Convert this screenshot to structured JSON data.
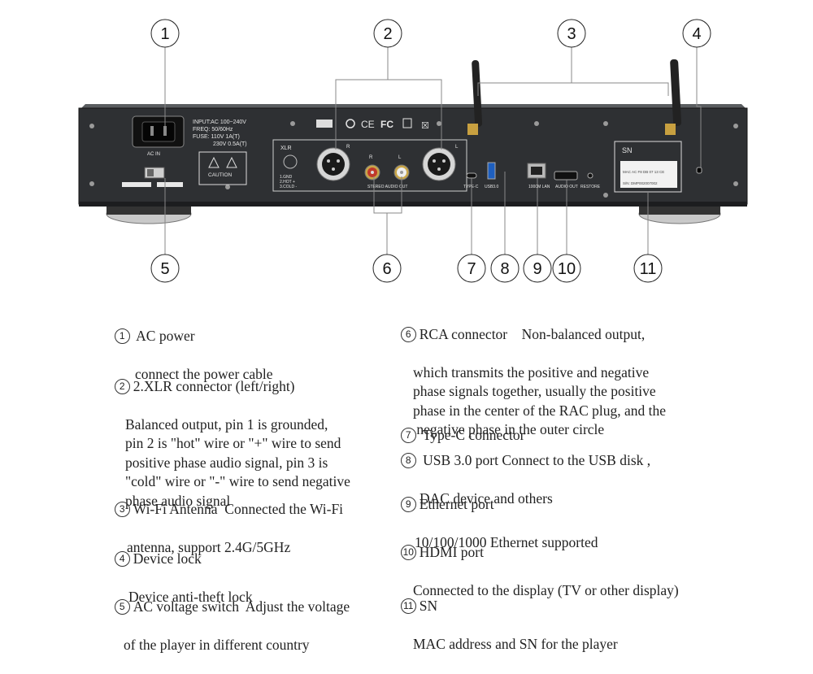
{
  "callouts": [
    "1",
    "2",
    "3",
    "4",
    "5",
    "6",
    "7",
    "8",
    "9",
    "10",
    "11"
  ],
  "panel": {
    "power_label_1": "INPUT:AC 100~240V",
    "power_label_2": "FREQ: 50/60Hz",
    "power_label_3": "FUSE: 110V    1A(T)",
    "power_label_4": "230V 0.5A(T)",
    "ac_in": "AC IN",
    "caution": "CAUTION",
    "xlr": "XLR",
    "r": "R",
    "l": "L",
    "pins": "1.GND\n2.HOT +\n3.COLD -",
    "stereo_out": "STEREO AUDIO OUT",
    "typec": "TYPE-C",
    "usb30": "USB3.0",
    "lan": "1000M LAN",
    "hdmi": "AUDIO OUT",
    "restore": "RESTORE",
    "sn": "SN",
    "mac": "MAC AC F8 DB 07 13 CE",
    "sn_code": "S/N: DMP002007002",
    "cert_ce": "CE",
    "cert_fc": "FC"
  },
  "descriptions": {
    "d1": {
      "num": "1",
      "title": "AC power",
      "body": "connect the power cable"
    },
    "d2": {
      "num": "2",
      "title": "2.XLR connector (left/right)",
      "body": "Balanced output, pin 1 is grounded,\npin 2 is \"hot\" wire or \"+\" wire to send\npositive phase audio signal, pin 3 is\n\"cold\" wire or \"-\" wire to send negative\nphase audio signal"
    },
    "d3": {
      "num": "3",
      "title": "Wi-Fi Antenna  Connected the Wi-Fi",
      "body": "antenna, support 2.4G/5GHz"
    },
    "d4": {
      "num": "4",
      "title": "Device lock",
      "body": "Device anti-theft lock"
    },
    "d5": {
      "num": "5",
      "title": "AC voltage switch  Adjust the voltage",
      "body": "of the player in different country"
    },
    "d6": {
      "num": "6",
      "title": "RCA connector    Non-balanced output,",
      "body": "which transmits the positive and negative\nphase signals together, usually the positive\nphase in the center of the RAC plug, and the\n negative phase in the outer circle"
    },
    "d7": {
      "num": "7",
      "title": "Type-C connector",
      "body": ""
    },
    "d8": {
      "num": "8",
      "title": "USB 3.0 port Connect to the USB disk ,",
      "body": "DAC device and others"
    },
    "d9": {
      "num": "9",
      "title": "Ethernet port",
      "body": "10/100/1000 Ethernet supported"
    },
    "d10": {
      "num": "10",
      "title": "HDMI port",
      "body": "Connected to the display (TV or other display)"
    },
    "d11": {
      "num": "11",
      "title": "SN",
      "body": "MAC address and SN for the player"
    }
  }
}
